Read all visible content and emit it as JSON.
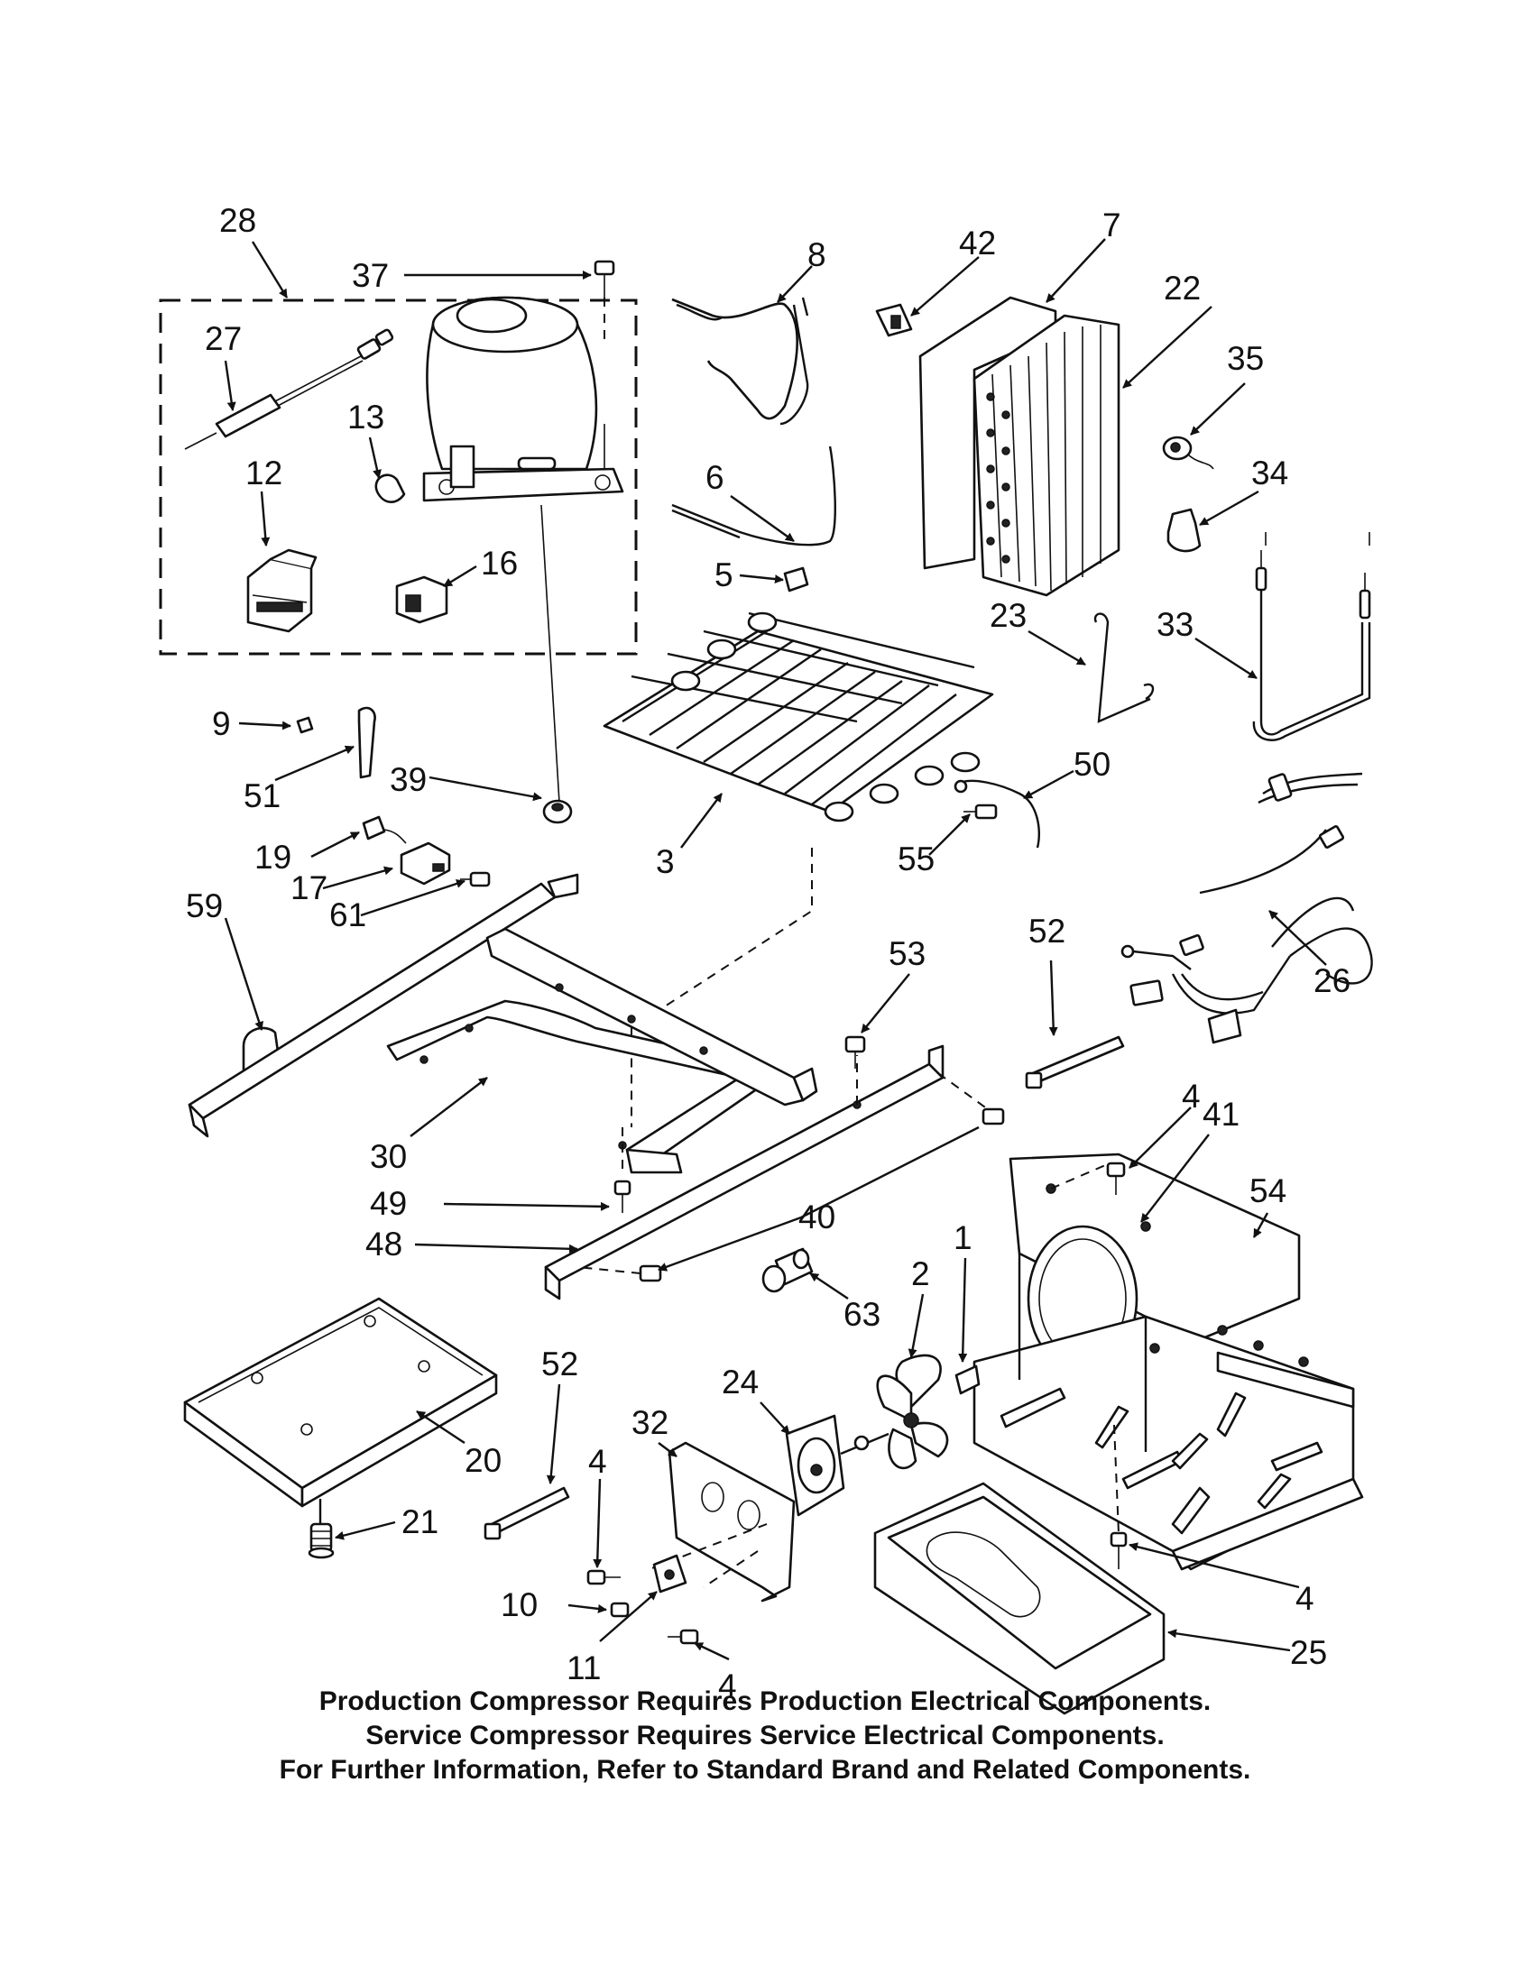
{
  "footer": {
    "line1": "Production Compressor Requires Production Electrical Components.",
    "line2": "Service Compressor Requires Service Electrical Components.",
    "line3": "For Further Information, Refer to Standard Brand and Related Components."
  },
  "callouts": {
    "c28": "28",
    "c37": "37",
    "c27": "27",
    "c13": "13",
    "c12": "12",
    "c16": "16",
    "c8": "8",
    "c42": "42",
    "c7": "7",
    "c22": "22",
    "c35": "35",
    "c34": "34",
    "c6": "6",
    "c5": "5",
    "c23": "23",
    "c33": "33",
    "c9": "9",
    "c51": "51",
    "c39": "39",
    "c3": "3",
    "c50": "50",
    "c55": "55",
    "c19": "19",
    "c17": "17",
    "c61": "61",
    "c59": "59",
    "c52a": "52",
    "c26": "26",
    "c53": "53",
    "c30": "30",
    "c49": "49",
    "c48": "48",
    "c40": "40",
    "c4a": "4",
    "c41": "41",
    "c54": "54",
    "c1": "1",
    "c2": "2",
    "c63": "63",
    "c52b": "52",
    "c24": "24",
    "c32": "32",
    "c20": "20",
    "c21": "21",
    "c4b": "4",
    "c10": "10",
    "c11": "11",
    "c4c": "4",
    "c4d": "4",
    "c25": "25"
  }
}
